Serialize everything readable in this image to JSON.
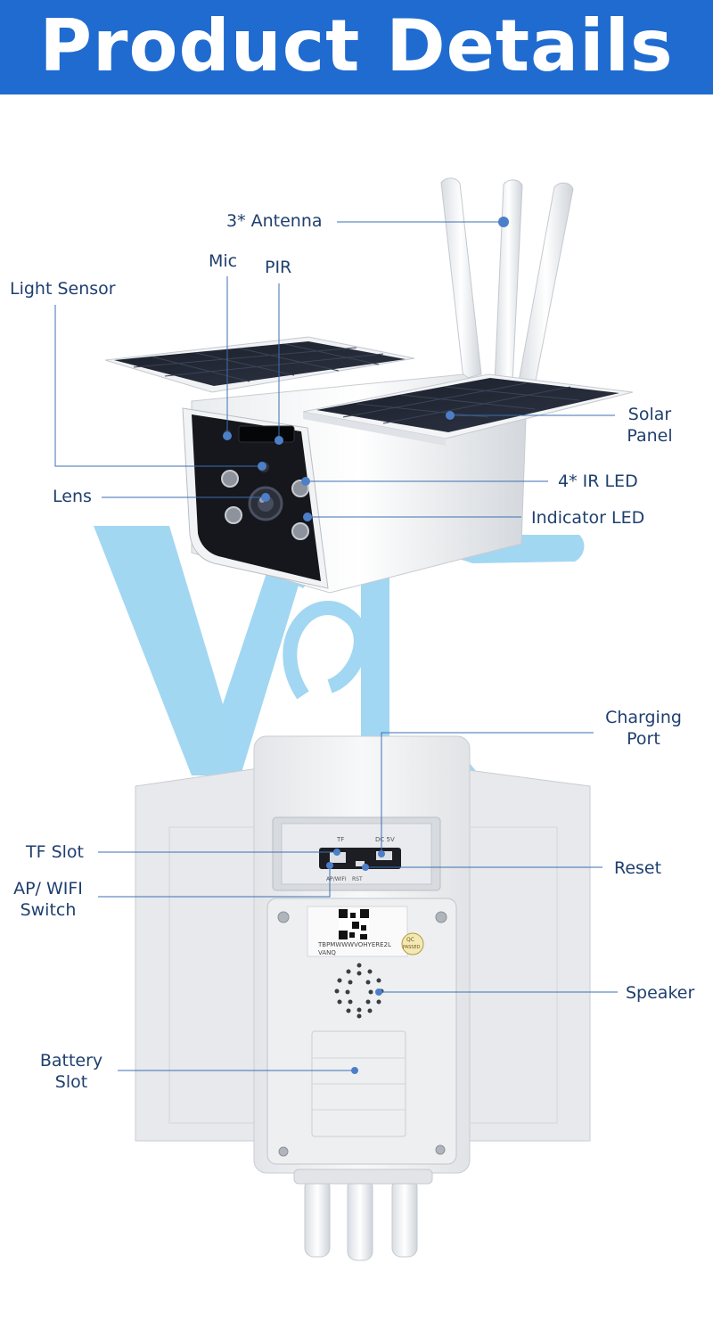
{
  "header": {
    "title": "Product Details"
  },
  "front_view": {
    "labels": {
      "antenna": "3* Antenna",
      "mic": "Mic",
      "pir": "PIR",
      "light_sensor": "Light Sensor",
      "solar_panel": "Solar Panel",
      "ir_led": "4* IR LED",
      "lens": "Lens",
      "indicator_led": "Indicator LED"
    }
  },
  "back_view": {
    "labels": {
      "charging_port": "Charging Port",
      "tf_slot": "TF Slot",
      "reset": "Reset",
      "ap_wifi_switch": "AP/ WIFI Switch",
      "speaker": "Speaker",
      "battery_slot": "Battery Slot"
    },
    "board_text": {
      "tf": "TF",
      "dc5v": "DC 5V",
      "ap_wifi": "AP/WIFI",
      "rst": "RST",
      "serial": "TBPMWWWVOHYERE2L",
      "serial2": "VANQ",
      "qc1": "QC",
      "qc2": "PASSED"
    }
  },
  "colors": {
    "header_bg": "#1f6bd0",
    "label_text": "#1f3f6e",
    "leader_line": "#3c6fb3",
    "dot": "#4d7fc9",
    "watermark": "#55b7e8"
  }
}
